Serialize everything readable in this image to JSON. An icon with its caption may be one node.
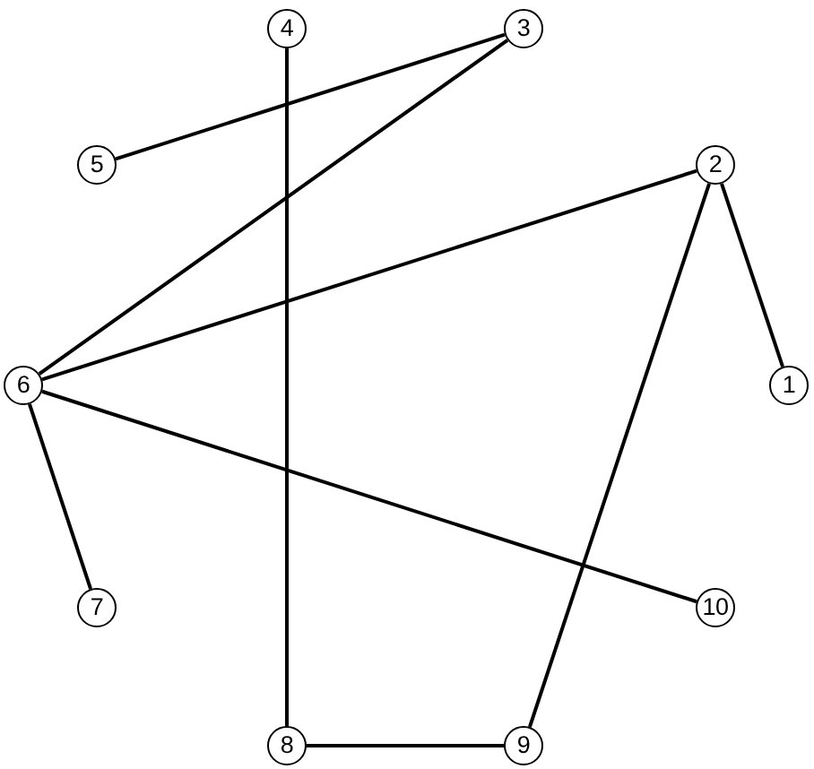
{
  "diagram": {
    "nodes": [
      {
        "text": [
          "4"
        ]
      },
      {
        "text": [
          "3"
        ]
      },
      {
        "text": [
          "5"
        ]
      },
      {
        "text": [
          "2"
        ]
      },
      {
        "text": [
          "6"
        ]
      },
      {
        "text": [
          "1"
        ]
      },
      {
        "text": [
          "7"
        ]
      },
      {
        "text": [
          "10"
        ]
      },
      {
        "text": [
          "8"
        ]
      },
      {
        "text": [
          "9"
        ]
      }
    ],
    "edges": [
      {
        "from": 2,
        "to": 1,
        "arrow": "none"
      },
      {
        "from": 1,
        "to": 4,
        "arrow": "none"
      },
      {
        "from": 0,
        "to": 8,
        "arrow": "none"
      },
      {
        "from": 3,
        "to": 4,
        "arrow": "none"
      },
      {
        "from": 3,
        "to": 5,
        "arrow": "none"
      },
      {
        "from": 3,
        "to": 9,
        "arrow": "none"
      },
      {
        "from": 4,
        "to": 6,
        "arrow": "none"
      },
      {
        "from": 4,
        "to": 7,
        "arrow": "none"
      },
      {
        "from": 8,
        "to": 9,
        "arrow": "none"
      }
    ]
  }
}
